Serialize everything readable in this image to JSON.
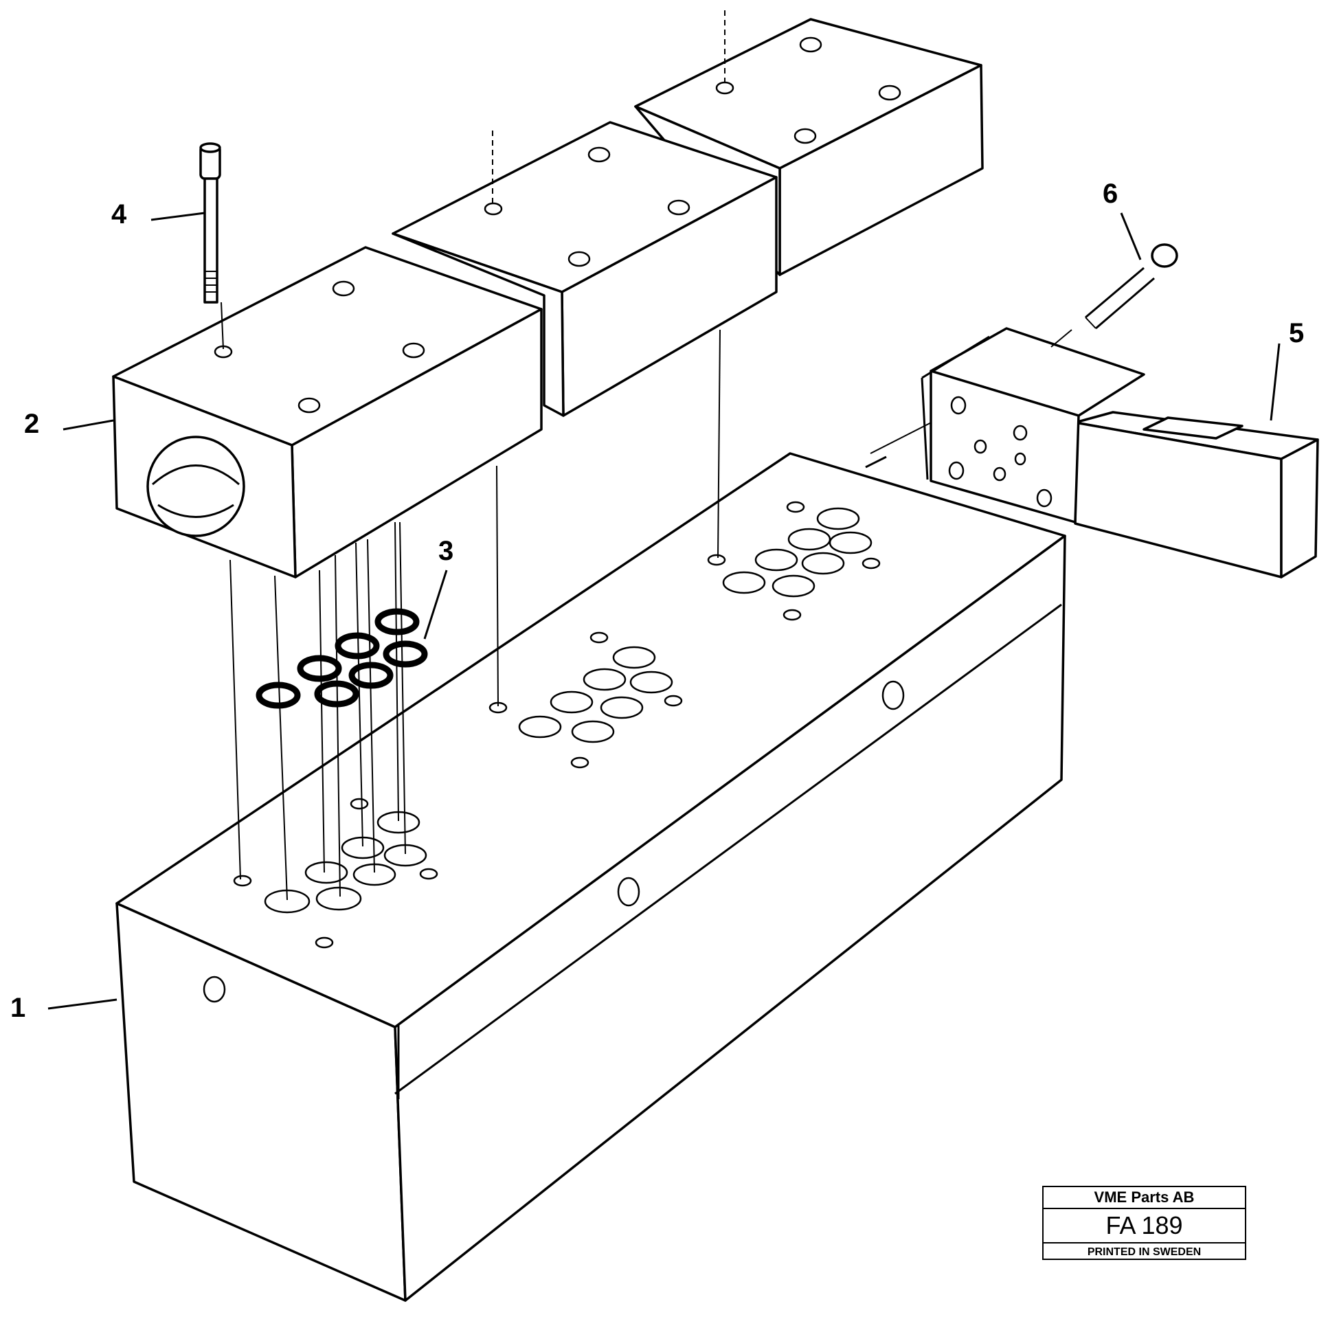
{
  "diagram": {
    "callouts": [
      {
        "id": "1",
        "label": "1"
      },
      {
        "id": "2",
        "label": "2"
      },
      {
        "id": "3",
        "label": "3"
      },
      {
        "id": "4",
        "label": "4"
      },
      {
        "id": "5",
        "label": "5"
      },
      {
        "id": "6",
        "label": "6"
      }
    ]
  },
  "title_block": {
    "company": "VME Parts AB",
    "code": "FA 189",
    "printed": "PRINTED IN SWEDEN"
  }
}
